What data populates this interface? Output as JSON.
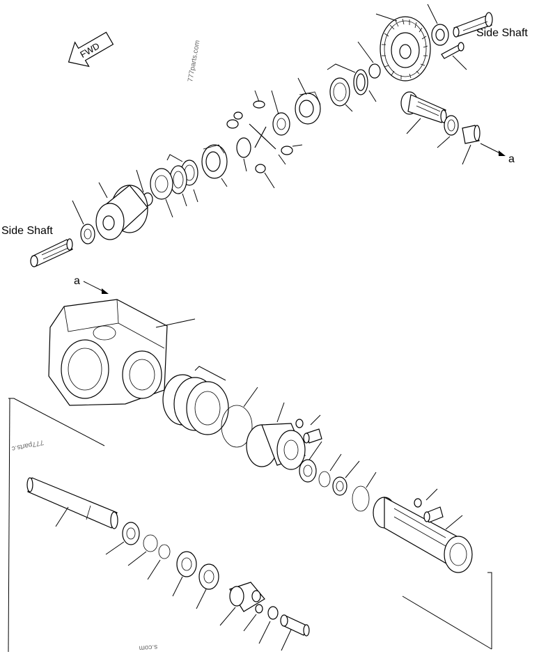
{
  "labels": {
    "side_shaft_top": "Side Shaft",
    "side_shaft_left": "Side Shaft",
    "arrow_a_right": "a",
    "arrow_a_housing": "a",
    "fwd": "FWD"
  },
  "watermarks": {
    "top": "777parts.com",
    "middle": "777parts.c",
    "bottom": "s.com"
  }
}
